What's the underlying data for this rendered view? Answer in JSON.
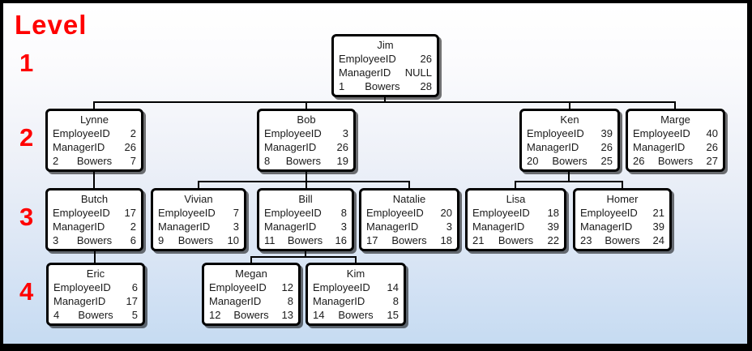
{
  "legend": {
    "title": "Level",
    "level_1": "1",
    "level_2": "2",
    "level_3": "3",
    "level_4": "4"
  },
  "labels": {
    "employee_id": "EmployeeID",
    "manager_id": "ManagerID"
  },
  "colors": {
    "level_label": "#ff0000",
    "node_border": "#000000",
    "node_background": "#ffffff",
    "background_bottom": "#c6dbf2"
  },
  "nodes": [
    {
      "name": "Jim",
      "employee_id": "26",
      "manager_id": "NULL",
      "lft": "1",
      "surname": "Bowers",
      "rgt": "28",
      "level": "1"
    },
    {
      "name": "Lynne",
      "employee_id": "2",
      "manager_id": "26",
      "lft": "2",
      "surname": "Bowers",
      "rgt": "7",
      "level": "2"
    },
    {
      "name": "Bob",
      "employee_id": "3",
      "manager_id": "26",
      "lft": "8",
      "surname": "Bowers",
      "rgt": "19",
      "level": "2"
    },
    {
      "name": "Ken",
      "employee_id": "39",
      "manager_id": "26",
      "lft": "20",
      "surname": "Bowers",
      "rgt": "25",
      "level": "2"
    },
    {
      "name": "Marge",
      "employee_id": "40",
      "manager_id": "26",
      "lft": "26",
      "surname": "Bowers",
      "rgt": "27",
      "level": "2"
    },
    {
      "name": "Butch",
      "employee_id": "17",
      "manager_id": "2",
      "lft": "3",
      "surname": "Bowers",
      "rgt": "6",
      "level": "3"
    },
    {
      "name": "Vivian",
      "employee_id": "7",
      "manager_id": "3",
      "lft": "9",
      "surname": "Bowers",
      "rgt": "10",
      "level": "3"
    },
    {
      "name": "Bill",
      "employee_id": "8",
      "manager_id": "3",
      "lft": "11",
      "surname": "Bowers",
      "rgt": "16",
      "level": "3"
    },
    {
      "name": "Natalie",
      "employee_id": "20",
      "manager_id": "3",
      "lft": "17",
      "surname": "Bowers",
      "rgt": "18",
      "level": "3"
    },
    {
      "name": "Lisa",
      "employee_id": "18",
      "manager_id": "39",
      "lft": "21",
      "surname": "Bowers",
      "rgt": "22",
      "level": "3"
    },
    {
      "name": "Homer",
      "employee_id": "21",
      "manager_id": "39",
      "lft": "23",
      "surname": "Bowers",
      "rgt": "24",
      "level": "3"
    },
    {
      "name": "Eric",
      "employee_id": "6",
      "manager_id": "17",
      "lft": "4",
      "surname": "Bowers",
      "rgt": "5",
      "level": "4"
    },
    {
      "name": "Megan",
      "employee_id": "12",
      "manager_id": "8",
      "lft": "12",
      "surname": "Bowers",
      "rgt": "13",
      "level": "4"
    },
    {
      "name": "Kim",
      "employee_id": "14",
      "manager_id": "8",
      "lft": "14",
      "surname": "Bowers",
      "rgt": "15",
      "level": "4"
    }
  ]
}
